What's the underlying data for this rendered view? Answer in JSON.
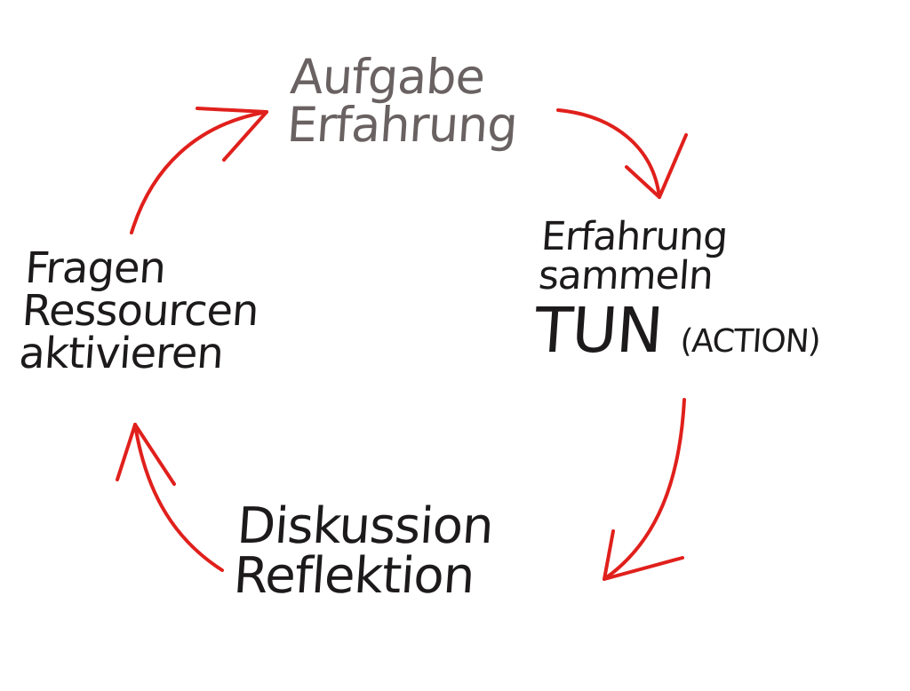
{
  "diagram": {
    "type": "cycle",
    "arrow_color": "#e0201c",
    "ink_color": "#1c1a1a",
    "nodes": [
      {
        "id": "top",
        "lines": [
          "Aufgabe",
          "Erfahrung"
        ]
      },
      {
        "id": "right",
        "lines": [
          "Erfahrung",
          "sammeln"
        ],
        "emphasis": "TUN",
        "note": "(ACTION)"
      },
      {
        "id": "bottom",
        "lines": [
          "Diskussion",
          "Reflektion"
        ]
      },
      {
        "id": "left",
        "lines": [
          "Fragen",
          "Ressourcen",
          "aktivieren"
        ]
      }
    ],
    "edges": [
      {
        "from": "top",
        "to": "right"
      },
      {
        "from": "right",
        "to": "bottom"
      },
      {
        "from": "bottom",
        "to": "left"
      },
      {
        "from": "left",
        "to": "top"
      }
    ]
  }
}
